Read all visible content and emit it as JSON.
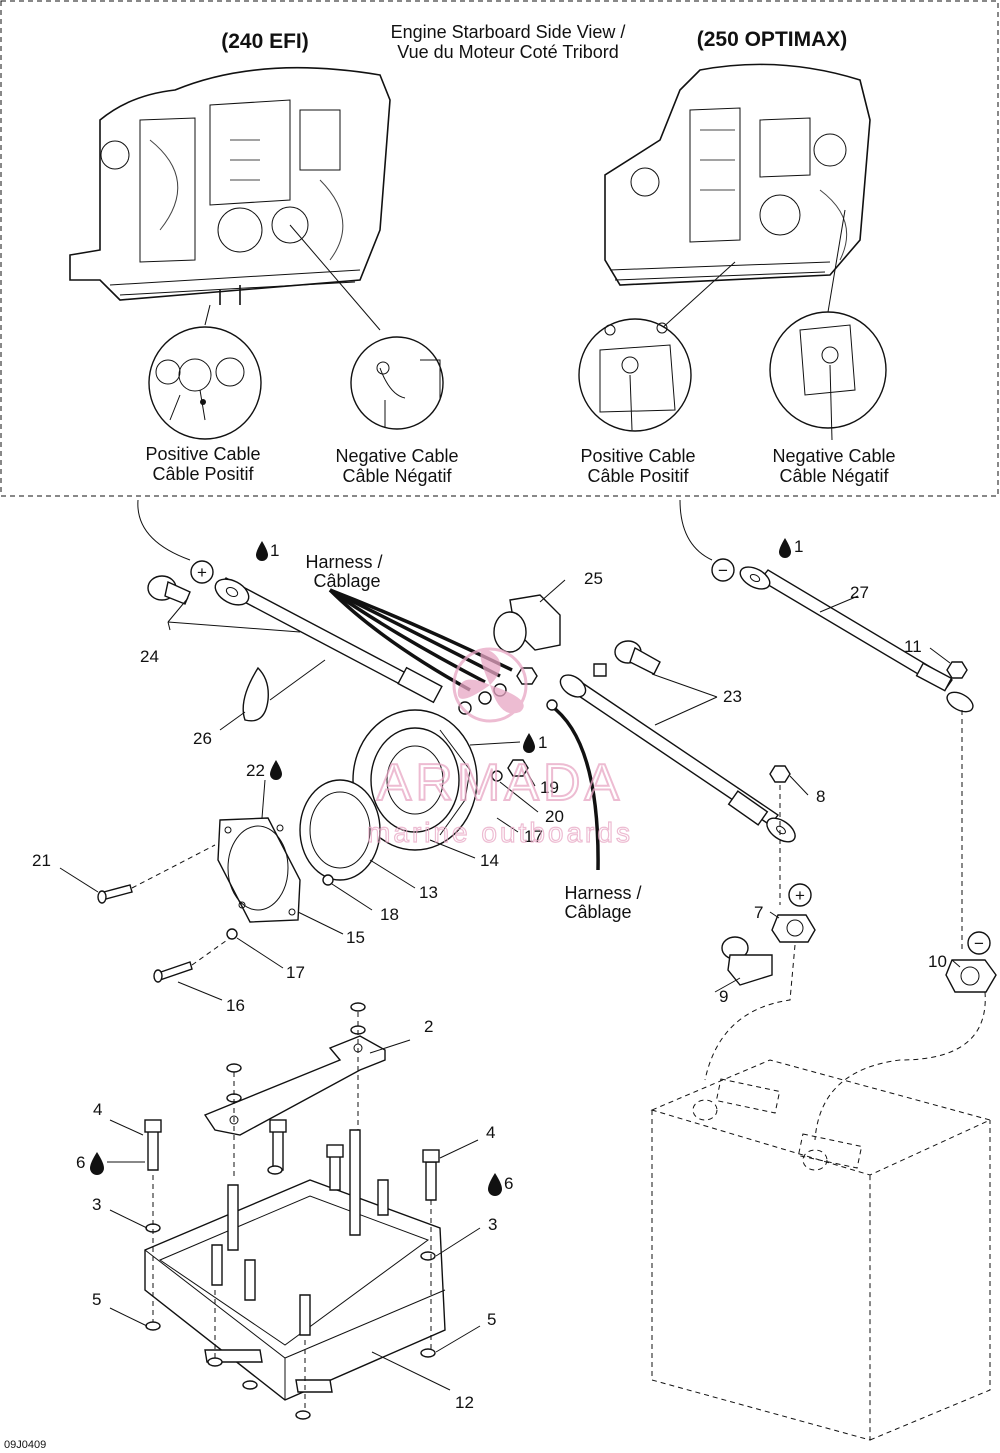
{
  "header": {
    "title_line1": "Engine Starboard Side View /",
    "title_line2": "Vue du Moteur Coté Tribord",
    "left_model": "(240 EFI)",
    "right_model": "(250 OPTIMAX)"
  },
  "insets": [
    {
      "line1": "Positive Cable",
      "line2": "Câble Positif"
    },
    {
      "line1": "Negative Cable",
      "line2": "Câble Négatif"
    },
    {
      "line1": "Positive Cable",
      "line2": "Câble Positif"
    },
    {
      "line1": "Negative Cable",
      "line2": "Câble Négatif"
    }
  ],
  "harness_labels": [
    {
      "line1": "Harness /",
      "line2": "Câblage"
    },
    {
      "line1": "Harness /",
      "line2": "Câblage"
    }
  ],
  "terminal_signs": {
    "positive": "+",
    "negative": "−"
  },
  "part_numbers": {
    "p1a": "1",
    "p1b": "1",
    "p1c": "1",
    "p2": "2",
    "p3a": "3",
    "p3b": "3",
    "p4a": "4",
    "p4b": "4",
    "p5a": "5",
    "p5b": "5",
    "p6a": "6",
    "p6b": "6",
    "p7": "7",
    "p8": "8",
    "p9": "9",
    "p10": "10",
    "p11": "11",
    "p12": "12",
    "p13": "13",
    "p14": "14",
    "p15": "15",
    "p16": "16",
    "p17a": "17",
    "p17b": "17",
    "p18": "18",
    "p19": "19",
    "p20": "20",
    "p21": "21",
    "p22": "22",
    "p23": "23",
    "p24": "24",
    "p25": "25",
    "p26": "26",
    "p27": "27"
  },
  "watermark": {
    "brand": "ARMADA",
    "tagline": "marine outboards",
    "color": "#e8a6c4"
  },
  "figure_code": "09J0409"
}
